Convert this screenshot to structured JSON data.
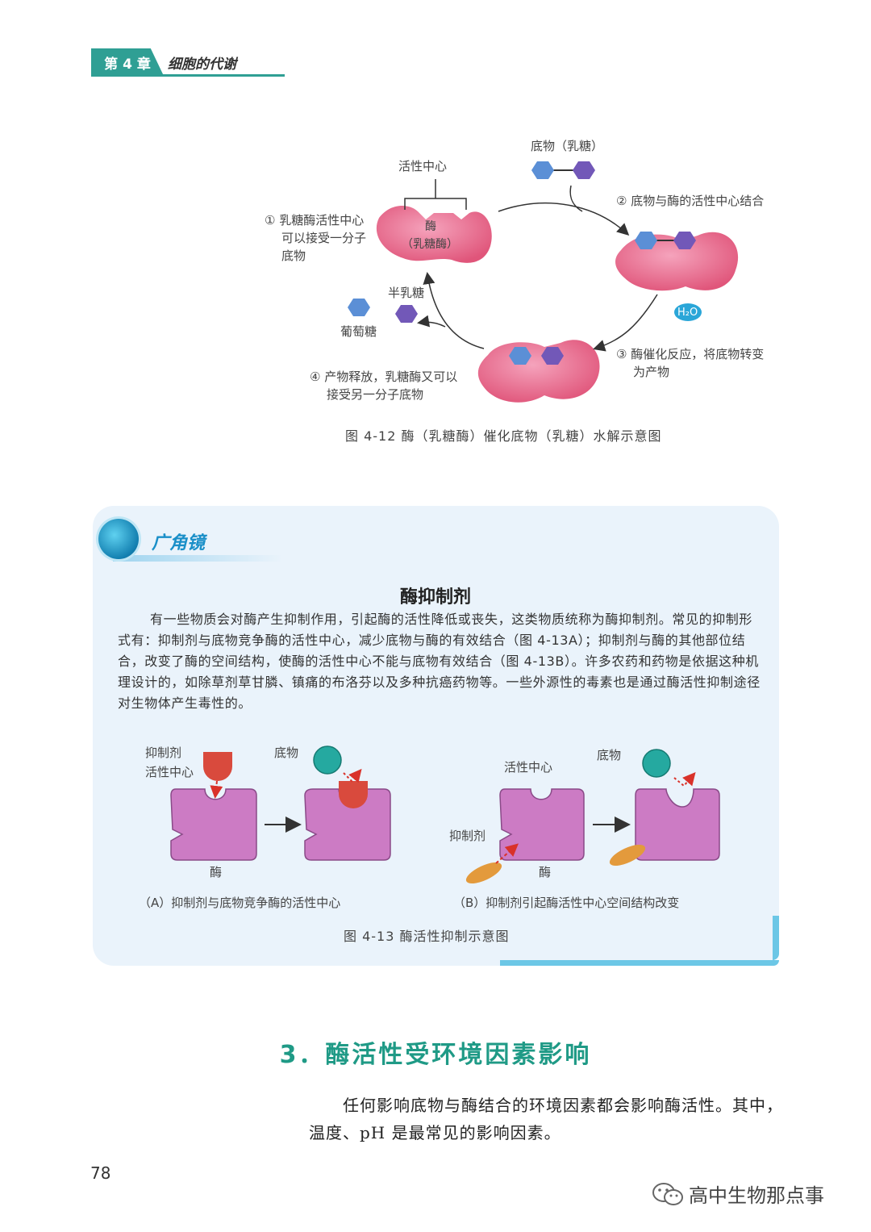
{
  "header": {
    "chapter_tag": "第 4 章",
    "chapter_title": "细胞的代谢"
  },
  "fig12": {
    "active_site": "活性中心",
    "substrate": "底物（乳糖）",
    "enzyme_line1": "酶",
    "enzyme_line2": "（乳糖酶）",
    "step1_l1": "① 乳糖酶活性中心",
    "step1_l2": "可以接受一分子",
    "step1_l3": "底物",
    "step2": "② 底物与酶的活性中心结合",
    "step3_l1": "③ 酶催化反应，将底物转变",
    "step3_l2": "为产物",
    "step4_l1": "④ 产物释放，乳糖酶又可以",
    "step4_l2": "接受另一分子底物",
    "galactose": "半乳糖",
    "glucose": "葡萄糖",
    "water": "H₂O",
    "caption": "图 4-12   酶（乳糖酶）催化底物（乳糖）水解示意图"
  },
  "box": {
    "label": "广角镜",
    "heading": "酶抑制剂",
    "paragraph": "有一些物质会对酶产生抑制作用，引起酶的活性降低或丧失，这类物质统称为酶抑制剂。常见的抑制形式有：抑制剂与底物竞争酶的活性中心，减少底物与酶的有效结合（图 4-13A）；抑制剂与酶的其他部位结合，改变了酶的空间结构，使酶的活性中心不能与底物有效结合（图 4-13B）。许多农药和药物是依据这种机理设计的，如除草剂草甘膦、镇痛的布洛芬以及多种抗癌药物等。一些外源性的毒素也是通过酶活性抑制途径对生物体产生毒性的。"
  },
  "fig13": {
    "a_inhibitor": "抑制剂",
    "a_active_site": "活性中心",
    "a_substrate": "底物",
    "a_enzyme": "酶",
    "a_caption": "（A）抑制剂与底物竞争酶的活性中心",
    "b_active_site": "活性中心",
    "b_substrate": "底物",
    "b_inhibitor": "抑制剂",
    "b_enzyme": "酶",
    "b_caption": "（B）抑制剂引起酶活性中心空间结构改变",
    "caption": "图 4-13   酶活性抑制示意图"
  },
  "section": {
    "title": "3．酶活性受环境因素影响",
    "body": "任何影响底物与酶结合的环境因素都会影响酶活性。其中，温度、pH 是最常见的影响因素。"
  },
  "footer": {
    "page_number": "78",
    "watermark": "高中生物那点事"
  },
  "colors": {
    "teal": "#2f9f94",
    "enzyme_pink": "#e0557a",
    "enzyme_purple": "#cc7bc4",
    "box_bg": "#eaf3fb",
    "accent_blue": "#1a8fc8"
  }
}
